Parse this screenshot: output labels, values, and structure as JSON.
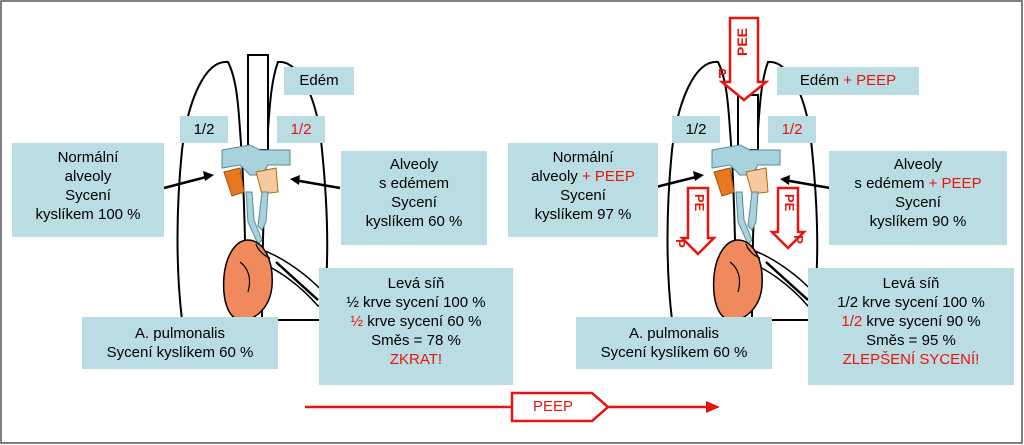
{
  "left": {
    "edema_label": "Edém",
    "half_left": "1/2",
    "half_right": "1/2",
    "normal_alveoli": [
      "Normální",
      "alveoly",
      "Sycení",
      "kyslíkem 100 %"
    ],
    "edema_alveoli": [
      "Alveoly",
      "s edémem",
      "Sycení",
      "kyslíkem 60 %"
    ],
    "pulmonalis": [
      "A. pulmonalis",
      "Sycení kyslíkem 60 %"
    ],
    "atrium": {
      "title": "Levá síň",
      "line1": "½ krve sycení 100 %",
      "line2_red": "½",
      "line2_rest": " krve sycení 60 %",
      "line3": "Směs = 78 %",
      "line4": "ZKRAT!"
    }
  },
  "right": {
    "edema_label": "Edém",
    "edema_plus": " + PEEP",
    "half_left": "1/2",
    "half_right": "1/2",
    "normal_alveoli": {
      "l1": "Normální",
      "l2": "alveoly",
      "l2_red": " + PEEP",
      "l3": "Sycení",
      "l4": "kyslíkem 97 %"
    },
    "edema_alveoli": {
      "l1": "Alveoly",
      "l2": "s edémem",
      "l2_red": " + PEEP",
      "l3": "Sycení",
      "l4": "kyslíkem 90 %"
    },
    "pulmonalis": [
      "A. pulmonalis",
      "Sycení kyslíkem 60 %"
    ],
    "atrium": {
      "title": "Levá síň",
      "line1": "1/2 krve sycení 100 %",
      "line2_red": "1/2",
      "line2_rest": " krve sycení 90 %",
      "line3": "Směs = 95 %",
      "line4": "ZLEPŠENÍ SYCENÍ!"
    },
    "top_arrow_text": "PEE",
    "top_arrow_p": "P",
    "small_arrow_text": "PE",
    "small_arrow_p": "P"
  },
  "bottom_arrow_label": "PEEP",
  "colors": {
    "box": "#b9dde2",
    "accent_red": "#e8140f",
    "heart": "#f08a5d",
    "airway": "#a8d3dd",
    "alveolus_dark": "#e8781e",
    "alveolus_light": "#f8c9a0"
  }
}
